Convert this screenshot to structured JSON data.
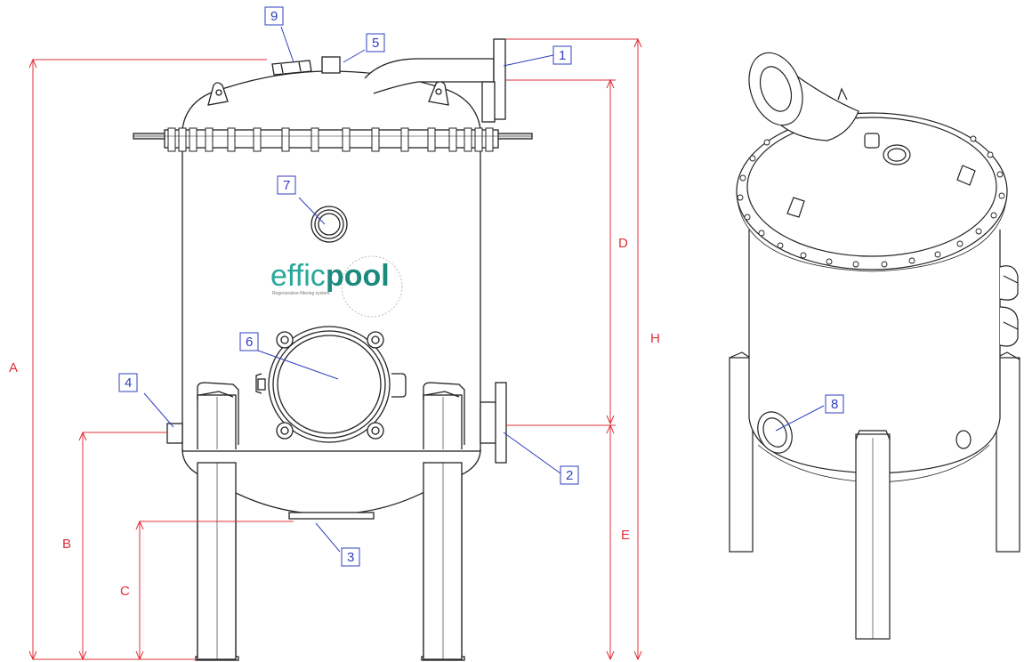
{
  "logo": {
    "part1": "effic",
    "part2": "pool",
    "tagline": "Regenerative filtering system"
  },
  "dimensions": {
    "A": "A",
    "B": "B",
    "C": "C",
    "D": "D",
    "E": "E",
    "H": "H"
  },
  "callouts": [
    "1",
    "2",
    "3",
    "4",
    "5",
    "6",
    "7",
    "8",
    "9"
  ],
  "colors": {
    "dimension": "#e0303a",
    "callout": "#2f3fbf",
    "logo_light": "#2aa89a",
    "logo_dark": "#1d8a7e",
    "line": "#222222"
  }
}
